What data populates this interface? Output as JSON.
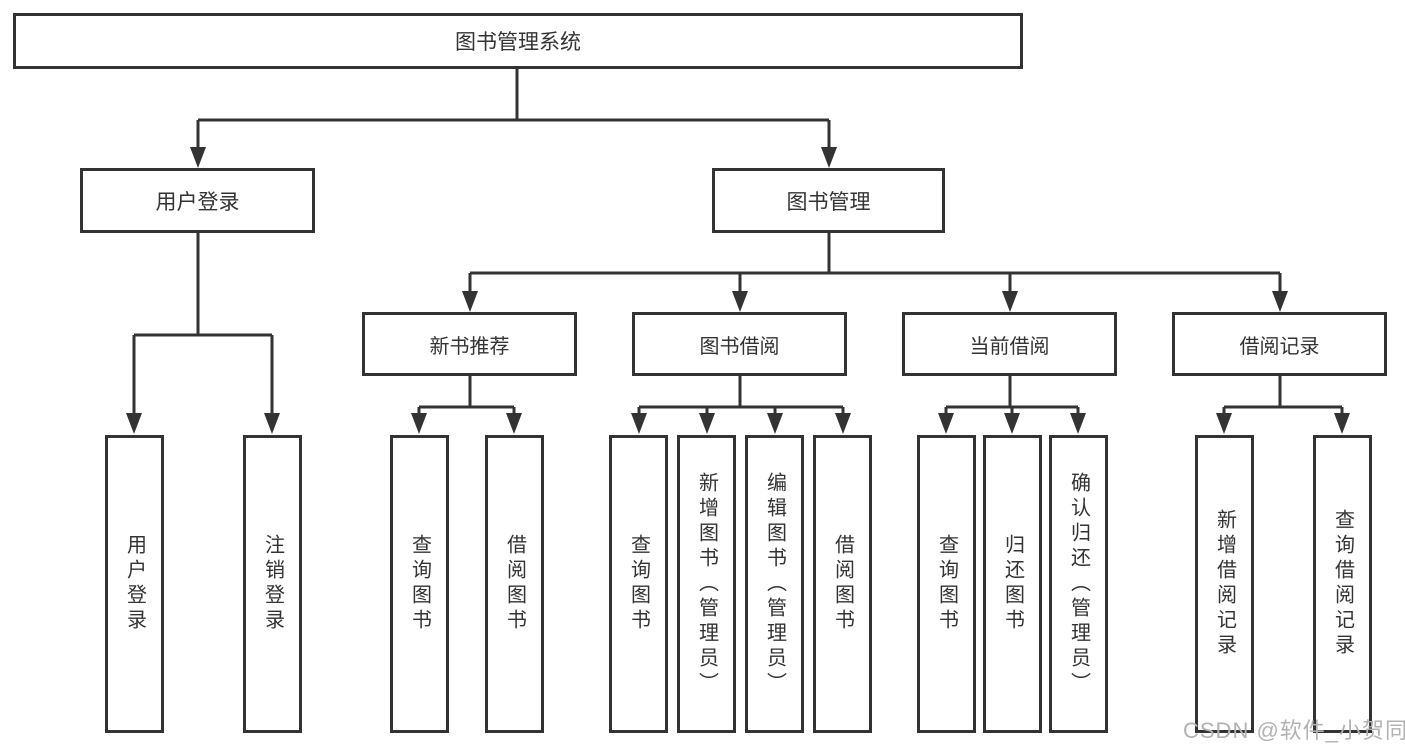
{
  "diagram": {
    "root": "图书管理系统",
    "branches": [
      {
        "label": "用户登录",
        "children": [
          "用户登录",
          "注销登录"
        ]
      },
      {
        "label": "图书管理",
        "sections": [
          {
            "label": "新书推荐",
            "children": [
              "查询图书",
              "借阅图书"
            ]
          },
          {
            "label": "图书借阅",
            "children": [
              "查询图书",
              "新增图书（管理员）",
              "编辑图书（管理员）",
              "借阅图书"
            ]
          },
          {
            "label": "当前借阅",
            "children": [
              "查询图书",
              "归还图书",
              "确认归还（管理员）"
            ]
          },
          {
            "label": "借阅记录",
            "children": [
              "新增借阅记录",
              "查询借阅记录"
            ]
          }
        ]
      }
    ]
  },
  "watermark": "CSDN @软件_小贺同学",
  "colors": {
    "line": "#333333",
    "text": "#333333",
    "watermark": "#b2b2b2",
    "background": "#ffffff"
  }
}
